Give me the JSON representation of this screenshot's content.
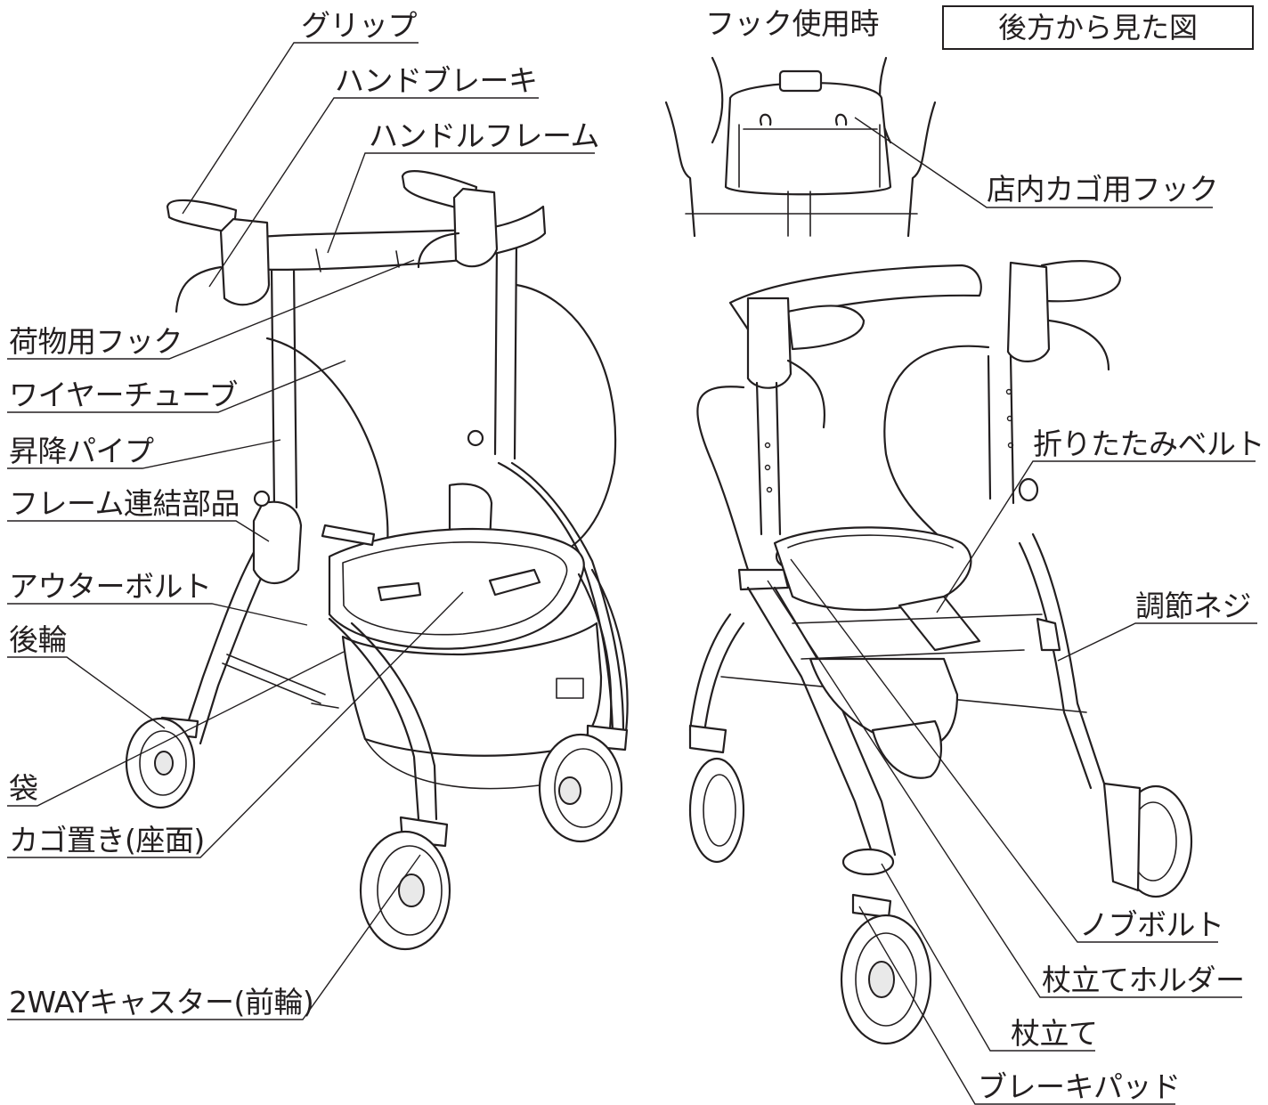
{
  "rear_view_title": "後方から見た図",
  "hook_in_use": "フック使用時",
  "labels": {
    "grip": "グリップ",
    "hand_brake": "ハンドブレーキ",
    "handle_frame": "ハンドルフレーム",
    "luggage_hook": "荷物用フック",
    "wire_tube": "ワイヤーチューブ",
    "lift_pipe": "昇降パイプ",
    "frame_connector": "フレーム連結部品",
    "outer_bolt": "アウターボルト",
    "rear_wheel": "後輪",
    "bag": "袋",
    "basket_seat": "カゴ置き(座面)",
    "caster": "2WAYキャスター(前輪)",
    "store_basket_hook": "店内カゴ用フック",
    "folding_belt": "折りたたみベルト",
    "adjust_screw": "調節ネジ",
    "knob_bolt": "ノブボルト",
    "cane_holder": "杖立てホルダー",
    "cane_stand": "杖立て",
    "brake_pad": "ブレーキパッド"
  },
  "colors": {
    "line": "#231f20",
    "background": "#ffffff",
    "fill_light": "#e9e9e9"
  }
}
